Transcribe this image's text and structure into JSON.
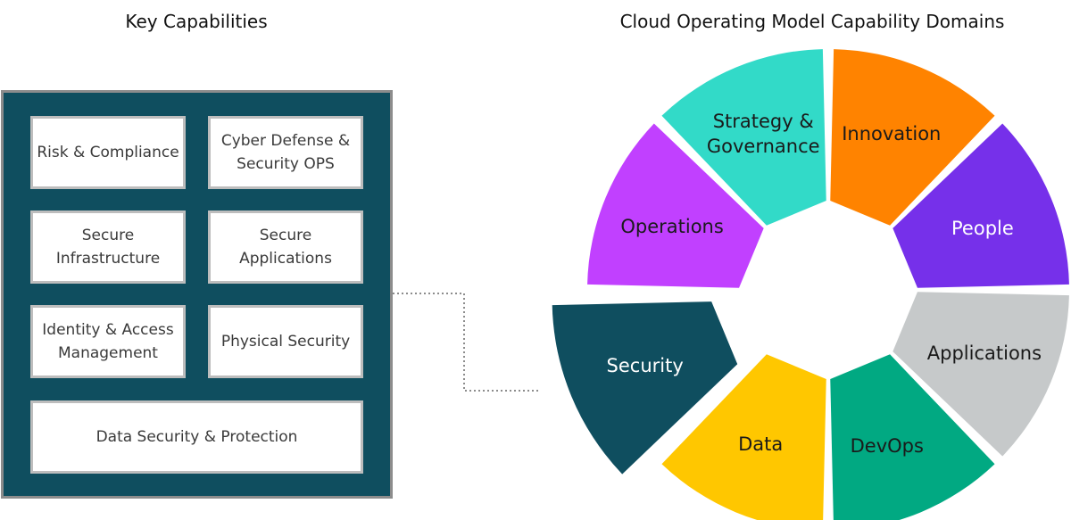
{
  "headings": {
    "left": "Key Capabilities",
    "right": "Cloud Operating Model Capability Domains"
  },
  "key_capabilities": [
    "Risk & Compliance",
    "Cyber Defense &\nSecurity OPS",
    "Secure\nInfrastructure",
    "Secure\nApplications",
    "Identity & Access\nManagement",
    "Physical Security",
    "Data Security & Protection"
  ],
  "domains": [
    {
      "label": "Innovation",
      "color": "#ff8300",
      "text_color": "#1a1a1a"
    },
    {
      "label": "People",
      "color": "#7630ea",
      "text_color": "#ffffff"
    },
    {
      "label": "Applications",
      "color": "#c6c9ca",
      "text_color": "#1a1a1a"
    },
    {
      "label": "DevOps",
      "color": "#01a982",
      "text_color": "#1a1a1a"
    },
    {
      "label": "Data",
      "color": "#ffc700",
      "text_color": "#1a1a1a"
    },
    {
      "label": "Security",
      "color": "#0f4e5f",
      "text_color": "#ffffff",
      "highlighted": true
    },
    {
      "label": "Operations",
      "color": "#c140ff",
      "text_color": "#1a1a1a"
    },
    {
      "label": "Strategy &\nGovernance",
      "color": "#32dac8",
      "text_color": "#1a1a1a"
    }
  ]
}
